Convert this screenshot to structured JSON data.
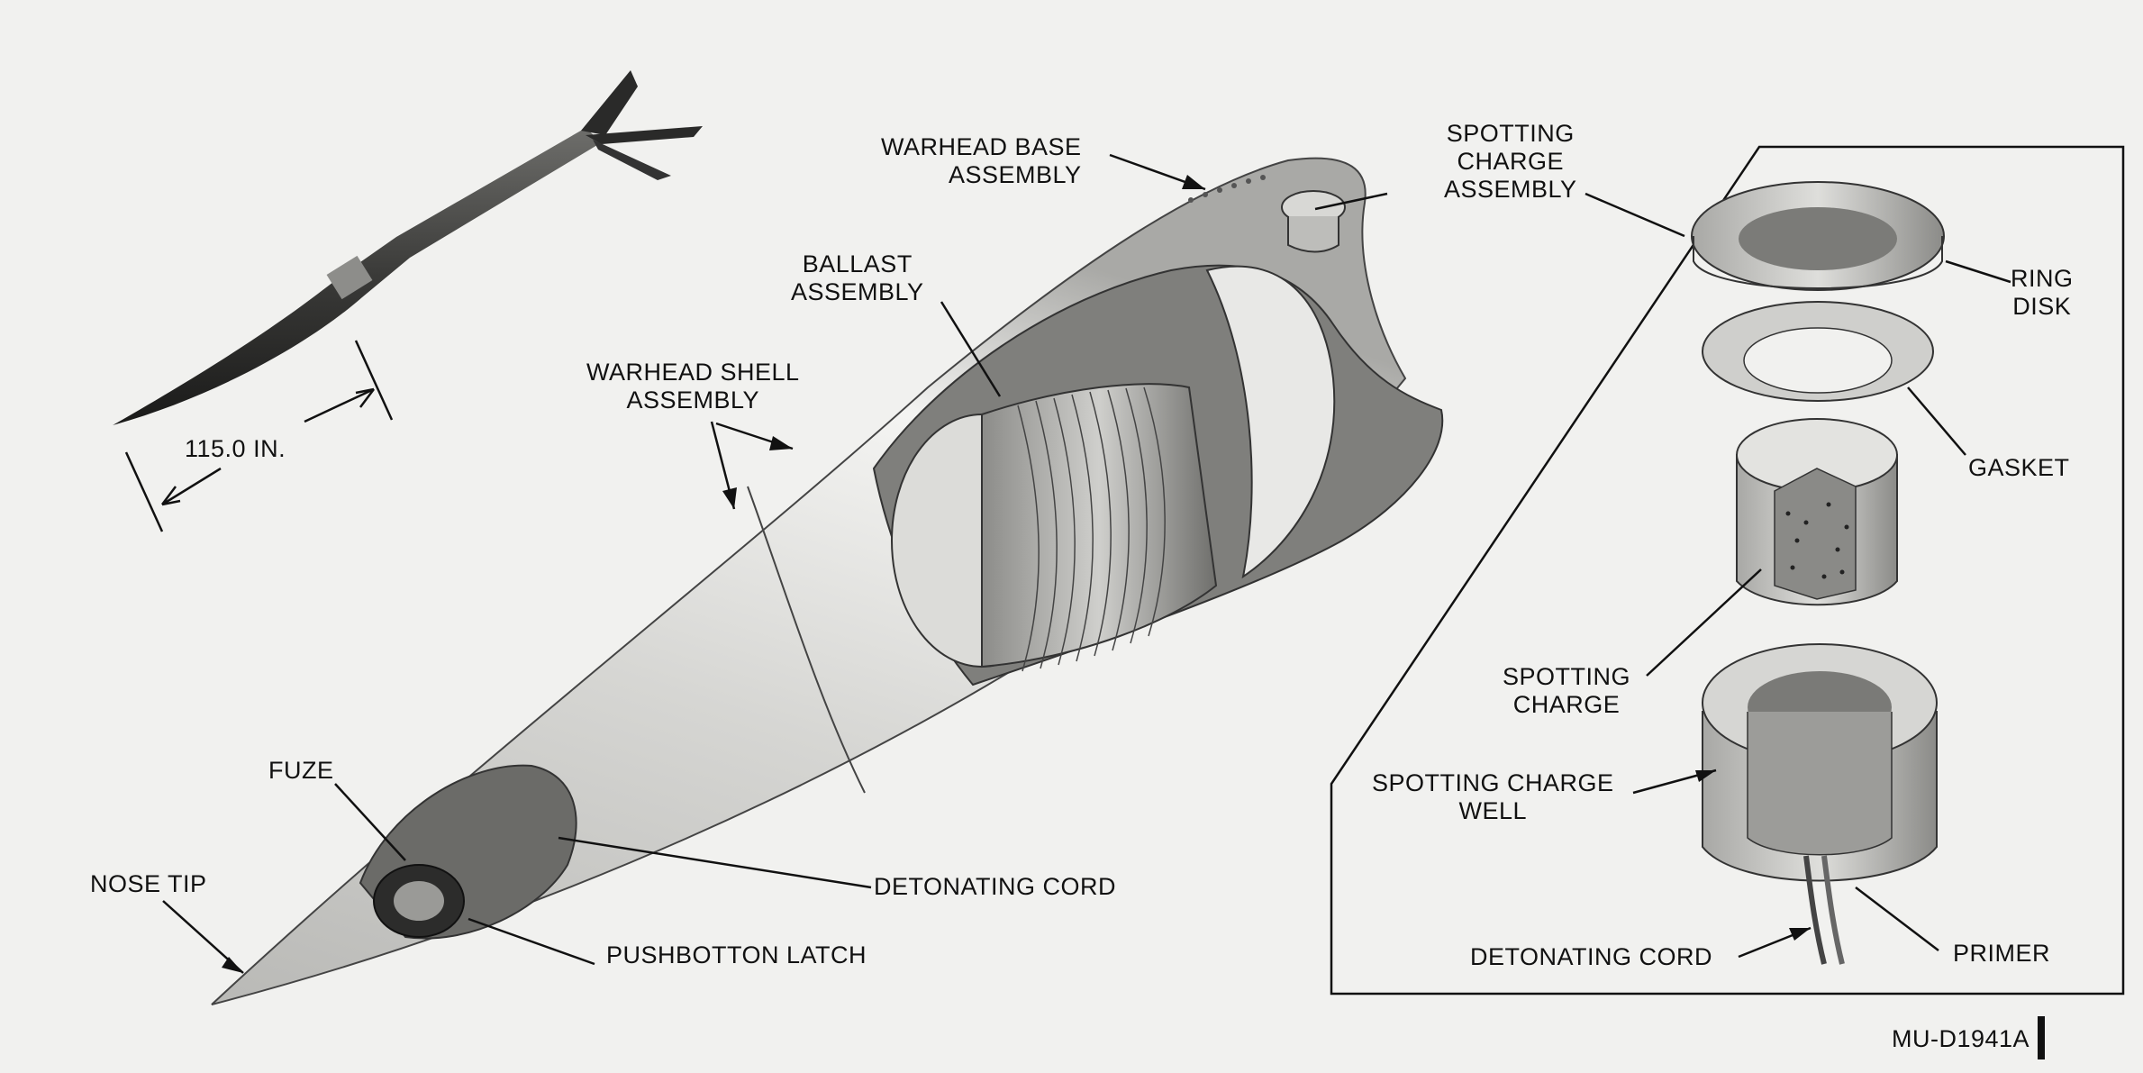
{
  "missile_length": "115.0 IN.",
  "figure_id": "MU-D1941A",
  "labels": {
    "warhead_base_assembly": [
      "WARHEAD BASE",
      "ASSEMBLY"
    ],
    "spotting_charge_assembly": [
      "SPOTTING",
      "CHARGE",
      "ASSEMBLY"
    ],
    "ballast_assembly": [
      "BALLAST",
      "ASSEMBLY"
    ],
    "warhead_shell_assembly": [
      "WARHEAD SHELL",
      "ASSEMBLY"
    ],
    "ring_disk": [
      "RING",
      "DISK"
    ],
    "gasket": "GASKET",
    "spotting_charge": [
      "SPOTTING",
      "CHARGE"
    ],
    "spotting_charge_well": [
      "SPOTTING CHARGE",
      "WELL"
    ],
    "fuze": "FUZE",
    "nose_tip": "NOSE TIP",
    "detonating_cord_main": "DETONATING CORD",
    "pushbotton_latch": "PUSHBOTTON LATCH",
    "detonating_cord_detail": "DETONATING CORD",
    "primer": "PRIMER"
  },
  "colors": {
    "ink": "#111111",
    "background": "#f1f1ef"
  }
}
